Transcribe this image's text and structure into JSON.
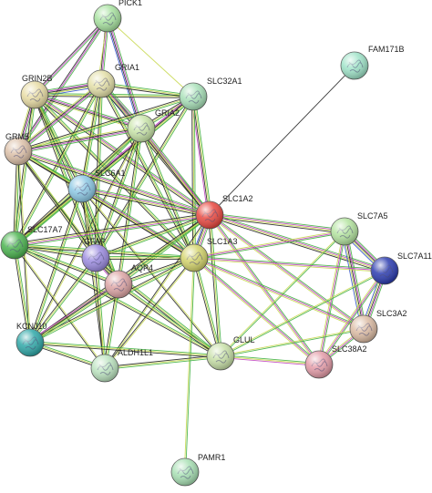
{
  "nodes": [
    {
      "id": "PICK1",
      "label": "PICK1",
      "color": "#a8e2a0"
    },
    {
      "id": "FAM171B",
      "label": "FAM171B",
      "color": "#9fe3c8"
    },
    {
      "id": "GRIN2B",
      "label": "GRIN2B",
      "color": "#e8dca4"
    },
    {
      "id": "GRIA1",
      "label": "GRIA1",
      "color": "#e4e0a8"
    },
    {
      "id": "SLC32A1",
      "label": "SLC32A1",
      "color": "#a8e0b8"
    },
    {
      "id": "GRIA2",
      "label": "GRIA2",
      "color": "#c8e4a8"
    },
    {
      "id": "GRM5",
      "label": "GRM5",
      "color": "#dcc0a8"
    },
    {
      "id": "SLC6A1",
      "label": "SLC6A1",
      "color": "#8cc8e4"
    },
    {
      "id": "SLC1A2",
      "label": "SLC1A2",
      "color": "#e84840"
    },
    {
      "id": "SLC7A5",
      "label": "SLC7A5",
      "color": "#b4e4a0"
    },
    {
      "id": "SLC17A7",
      "label": "SLC17A7",
      "color": "#4cb450"
    },
    {
      "id": "GFAP",
      "label": "GFAP",
      "color": "#9c8ce0"
    },
    {
      "id": "SLC1A3",
      "label": "SLC1A3",
      "color": "#d4d46c"
    },
    {
      "id": "SLC7A11",
      "label": "SLC7A11",
      "color": "#2c3cb0"
    },
    {
      "id": "AQP4",
      "label": "AQP4",
      "color": "#dca4a4"
    },
    {
      "id": "SLC3A2",
      "label": "SLC3A2",
      "color": "#dcbca4"
    },
    {
      "id": "KCNJ10",
      "label": "KCNJ10",
      "color": "#30a8a8"
    },
    {
      "id": "GLUL",
      "label": "GLUL",
      "color": "#c8e0a8"
    },
    {
      "id": "SLC38A2",
      "label": "SLC38A2",
      "color": "#e49ca8"
    },
    {
      "id": "ALDH1L1",
      "label": "ALDH1L1",
      "color": "#bce4c0"
    },
    {
      "id": "PAMR1",
      "label": "PAMR1",
      "color": "#a8e0b4"
    }
  ],
  "edges": [
    {
      "source": "PICK1",
      "target": "GRIN2B",
      "types": [
        "green",
        "pink",
        "black"
      ]
    },
    {
      "source": "PICK1",
      "target": "GRIA1",
      "types": [
        "green",
        "pink",
        "black"
      ]
    },
    {
      "source": "PICK1",
      "target": "GRIA2",
      "types": [
        "green",
        "pink",
        "black",
        "blue"
      ]
    },
    {
      "source": "PICK1",
      "target": "GRM5",
      "types": [
        "green",
        "pink",
        "black"
      ]
    },
    {
      "source": "PICK1",
      "target": "SLC6A1",
      "types": [
        "yellow"
      ]
    },
    {
      "source": "PICK1",
      "target": "SLC32A1",
      "types": [
        "yellow"
      ]
    },
    {
      "source": "FAM171B",
      "target": "SLC1A2",
      "types": [
        "black"
      ]
    },
    {
      "source": "GRIN2B",
      "target": "GRIA1",
      "types": [
        "green",
        "pink",
        "black",
        "yellow",
        "blue"
      ]
    },
    {
      "source": "GRIN2B",
      "target": "GRIA2",
      "types": [
        "green",
        "pink",
        "black",
        "yellow"
      ]
    },
    {
      "source": "GRIN2B",
      "target": "GRM5",
      "types": [
        "green",
        "pink",
        "black",
        "yellow"
      ]
    },
    {
      "source": "GRIN2B",
      "target": "SLC6A1",
      "types": [
        "green",
        "yellow",
        "black"
      ]
    },
    {
      "source": "GRIN2B",
      "target": "SLC1A2",
      "types": [
        "green",
        "pink",
        "yellow",
        "black"
      ]
    },
    {
      "source": "GRIN2B",
      "target": "SLC17A7",
      "types": [
        "green",
        "yellow",
        "black"
      ]
    },
    {
      "source": "GRIN2B",
      "target": "GFAP",
      "types": [
        "green",
        "yellow",
        "black"
      ]
    },
    {
      "source": "GRIN2B",
      "target": "SLC1A3",
      "types": [
        "green",
        "yellow",
        "black"
      ]
    },
    {
      "source": "GRIN2B",
      "target": "SLC32A1",
      "types": [
        "green",
        "yellow",
        "black"
      ]
    },
    {
      "source": "GRIN2B",
      "target": "AQP4",
      "types": [
        "green",
        "yellow",
        "black"
      ]
    },
    {
      "source": "GRIA1",
      "target": "GRIA2",
      "types": [
        "green",
        "pink",
        "black",
        "yellow",
        "blue"
      ]
    },
    {
      "source": "GRIA1",
      "target": "GRM5",
      "types": [
        "green",
        "pink",
        "black",
        "yellow"
      ]
    },
    {
      "source": "GRIA1",
      "target": "SLC6A1",
      "types": [
        "green",
        "yellow",
        "black"
      ]
    },
    {
      "source": "GRIA1",
      "target": "SLC1A2",
      "types": [
        "green",
        "pink",
        "yellow",
        "black"
      ]
    },
    {
      "source": "GRIA1",
      "target": "SLC17A7",
      "types": [
        "green",
        "yellow",
        "black"
      ]
    },
    {
      "source": "GRIA1",
      "target": "SLC32A1",
      "types": [
        "green",
        "yellow",
        "black"
      ]
    },
    {
      "source": "GRIA1",
      "target": "GFAP",
      "types": [
        "green",
        "yellow",
        "black"
      ]
    },
    {
      "source": "GRIA1",
      "target": "SLC1A3",
      "types": [
        "green",
        "yellow",
        "black"
      ]
    },
    {
      "source": "SLC32A1",
      "target": "GRIA2",
      "types": [
        "green",
        "yellow",
        "black"
      ]
    },
    {
      "source": "SLC32A1",
      "target": "SLC6A1",
      "types": [
        "green",
        "yellow",
        "black",
        "pink"
      ]
    },
    {
      "source": "SLC32A1",
      "target": "SLC1A2",
      "types": [
        "green",
        "yellow",
        "black",
        "pink"
      ]
    },
    {
      "source": "SLC32A1",
      "target": "SLC17A7",
      "types": [
        "green",
        "yellow",
        "black",
        "pink"
      ]
    },
    {
      "source": "SLC32A1",
      "target": "GFAP",
      "types": [
        "green",
        "yellow",
        "black"
      ]
    },
    {
      "source": "SLC32A1",
      "target": "SLC1A3",
      "types": [
        "green",
        "yellow",
        "black"
      ]
    },
    {
      "source": "SLC32A1",
      "target": "GRM5",
      "types": [
        "green",
        "yellow",
        "black"
      ]
    },
    {
      "source": "GRIA2",
      "target": "GRM5",
      "types": [
        "green",
        "pink",
        "black",
        "yellow"
      ]
    },
    {
      "source": "GRIA2",
      "target": "SLC6A1",
      "types": [
        "green",
        "yellow",
        "black"
      ]
    },
    {
      "source": "GRIA2",
      "target": "SLC1A2",
      "types": [
        "green",
        "pink",
        "yellow",
        "black"
      ]
    },
    {
      "source": "GRIA2",
      "target": "SLC17A7",
      "types": [
        "green",
        "yellow",
        "black"
      ]
    },
    {
      "source": "GRIA2",
      "target": "GFAP",
      "types": [
        "green",
        "yellow",
        "black"
      ]
    },
    {
      "source": "GRIA2",
      "target": "SLC1A3",
      "types": [
        "green",
        "yellow",
        "black"
      ]
    },
    {
      "source": "GRIA2",
      "target": "AQP4",
      "types": [
        "green",
        "yellow",
        "black"
      ]
    },
    {
      "source": "GRIA2",
      "target": "KCNJ10",
      "types": [
        "yellow",
        "black"
      ]
    },
    {
      "source": "GRM5",
      "target": "SLC6A1",
      "types": [
        "green",
        "yellow",
        "black"
      ]
    },
    {
      "source": "GRM5",
      "target": "SLC1A2",
      "types": [
        "green",
        "pink",
        "yellow",
        "black"
      ]
    },
    {
      "source": "GRM5",
      "target": "SLC17A7",
      "types": [
        "green",
        "yellow",
        "black"
      ]
    },
    {
      "source": "GRM5",
      "target": "GFAP",
      "types": [
        "green",
        "yellow",
        "black"
      ]
    },
    {
      "source": "GRM5",
      "target": "SLC1A3",
      "types": [
        "green",
        "yellow",
        "black"
      ]
    },
    {
      "source": "GRM5",
      "target": "KCNJ10",
      "types": [
        "yellow",
        "black"
      ]
    },
    {
      "source": "GRM5",
      "target": "AQP4",
      "types": [
        "yellow",
        "black"
      ]
    },
    {
      "source": "SLC6A1",
      "target": "SLC1A2",
      "types": [
        "green",
        "pink",
        "yellow",
        "black"
      ]
    },
    {
      "source": "SLC6A1",
      "target": "SLC17A7",
      "types": [
        "green",
        "yellow",
        "black"
      ]
    },
    {
      "source": "SLC6A1",
      "target": "GFAP",
      "types": [
        "green",
        "yellow",
        "black"
      ]
    },
    {
      "source": "SLC6A1",
      "target": "SLC1A3",
      "types": [
        "green",
        "pink",
        "yellow",
        "black"
      ]
    },
    {
      "source": "SLC6A1",
      "target": "AQP4",
      "types": [
        "green",
        "yellow",
        "black"
      ]
    },
    {
      "source": "SLC6A1",
      "target": "KCNJ10",
      "types": [
        "green",
        "yellow",
        "black"
      ]
    },
    {
      "source": "SLC6A1",
      "target": "GLUL",
      "types": [
        "yellow",
        "black"
      ]
    },
    {
      "source": "SLC6A1",
      "target": "ALDH1L1",
      "types": [
        "yellow",
        "black"
      ]
    },
    {
      "source": "SLC1A2",
      "target": "SLC7A5",
      "types": [
        "green",
        "pink",
        "yellow",
        "black"
      ]
    },
    {
      "source": "SLC1A2",
      "target": "SLC17A7",
      "types": [
        "green",
        "pink",
        "yellow",
        "black"
      ]
    },
    {
      "source": "SLC1A2",
      "target": "GFAP",
      "types": [
        "green",
        "yellow",
        "black"
      ]
    },
    {
      "source": "SLC1A2",
      "target": "SLC1A3",
      "types": [
        "green",
        "pink",
        "yellow",
        "black",
        "blue"
      ]
    },
    {
      "source": "SLC1A2",
      "target": "SLC7A11",
      "types": [
        "green",
        "pink",
        "yellow",
        "black"
      ]
    },
    {
      "source": "SLC1A2",
      "target": "AQP4",
      "types": [
        "green",
        "yellow",
        "black"
      ]
    },
    {
      "source": "SLC1A2",
      "target": "SLC3A2",
      "types": [
        "green",
        "pink",
        "yellow"
      ]
    },
    {
      "source": "SLC1A2",
      "target": "KCNJ10",
      "types": [
        "green",
        "yellow",
        "black"
      ]
    },
    {
      "source": "SLC1A2",
      "target": "GLUL",
      "types": [
        "green",
        "yellow",
        "black"
      ]
    },
    {
      "source": "SLC1A2",
      "target": "SLC38A2",
      "types": [
        "green",
        "pink",
        "yellow"
      ]
    },
    {
      "source": "SLC1A2",
      "target": "ALDH1L1",
      "types": [
        "yellow",
        "black"
      ]
    },
    {
      "source": "SLC7A5",
      "target": "SLC7A11",
      "types": [
        "green",
        "pink",
        "black",
        "yellow",
        "blue"
      ]
    },
    {
      "source": "SLC7A5",
      "target": "SLC3A2",
      "types": [
        "green",
        "pink",
        "black",
        "yellow",
        "blue"
      ]
    },
    {
      "source": "SLC7A5",
      "target": "SLC38A2",
      "types": [
        "green",
        "pink",
        "yellow"
      ]
    },
    {
      "source": "SLC7A5",
      "target": "SLC1A3",
      "types": [
        "green",
        "pink",
        "yellow"
      ]
    },
    {
      "source": "SLC7A5",
      "target": "GLUL",
      "types": [
        "green",
        "yellow"
      ]
    },
    {
      "source": "SLC17A7",
      "target": "GFAP",
      "types": [
        "green",
        "yellow",
        "black"
      ]
    },
    {
      "source": "SLC17A7",
      "target": "SLC1A3",
      "types": [
        "green",
        "yellow",
        "black"
      ]
    },
    {
      "source": "SLC17A7",
      "target": "AQP4",
      "types": [
        "green",
        "yellow",
        "black"
      ]
    },
    {
      "source": "SLC17A7",
      "target": "KCNJ10",
      "types": [
        "green",
        "yellow",
        "black"
      ]
    },
    {
      "source": "SLC17A7",
      "target": "GLUL",
      "types": [
        "green",
        "yellow",
        "black"
      ]
    },
    {
      "source": "SLC17A7",
      "target": "ALDH1L1",
      "types": [
        "yellow",
        "black"
      ]
    },
    {
      "source": "GFAP",
      "target": "SLC1A3",
      "types": [
        "green",
        "yellow",
        "black"
      ]
    },
    {
      "source": "GFAP",
      "target": "AQP4",
      "types": [
        "green",
        "yellow",
        "black",
        "pink"
      ]
    },
    {
      "source": "GFAP",
      "target": "KCNJ10",
      "types": [
        "green",
        "yellow",
        "black"
      ]
    },
    {
      "source": "GFAP",
      "target": "GLUL",
      "types": [
        "green",
        "yellow",
        "black"
      ]
    },
    {
      "source": "GFAP",
      "target": "ALDH1L1",
      "types": [
        "green",
        "yellow",
        "black"
      ]
    },
    {
      "source": "SLC1A3",
      "target": "SLC7A11",
      "types": [
        "green",
        "pink",
        "yellow"
      ]
    },
    {
      "source": "SLC1A3",
      "target": "AQP4",
      "types": [
        "green",
        "yellow",
        "black"
      ]
    },
    {
      "source": "SLC1A3",
      "target": "SLC3A2",
      "types": [
        "green",
        "pink",
        "yellow"
      ]
    },
    {
      "source": "SLC1A3",
      "target": "KCNJ10",
      "types": [
        "green",
        "yellow",
        "black"
      ]
    },
    {
      "source": "SLC1A3",
      "target": "GLUL",
      "types": [
        "green",
        "yellow",
        "black"
      ]
    },
    {
      "source": "SLC1A3",
      "target": "SLC38A2",
      "types": [
        "green",
        "pink",
        "yellow"
      ]
    },
    {
      "source": "SLC1A3",
      "target": "ALDH1L1",
      "types": [
        "yellow",
        "black"
      ]
    },
    {
      "source": "SLC1A3",
      "target": "PAMR1",
      "types": [
        "green",
        "yellow"
      ]
    },
    {
      "source": "SLC7A11",
      "target": "SLC3A2",
      "types": [
        "green",
        "pink",
        "black",
        "yellow",
        "blue"
      ]
    },
    {
      "source": "SLC7A11",
      "target": "SLC38A2",
      "types": [
        "green",
        "pink",
        "yellow"
      ]
    },
    {
      "source": "SLC7A11",
      "target": "GLUL",
      "types": [
        "green",
        "yellow"
      ]
    },
    {
      "source": "AQP4",
      "target": "KCNJ10",
      "types": [
        "green",
        "yellow",
        "black",
        "pink"
      ]
    },
    {
      "source": "AQP4",
      "target": "GLUL",
      "types": [
        "green",
        "yellow",
        "black"
      ]
    },
    {
      "source": "AQP4",
      "target": "ALDH1L1",
      "types": [
        "green",
        "yellow",
        "black"
      ]
    },
    {
      "source": "SLC3A2",
      "target": "SLC38A2",
      "types": [
        "green",
        "pink",
        "yellow"
      ]
    },
    {
      "source": "SLC3A2",
      "target": "GLUL",
      "types": [
        "green",
        "yellow"
      ]
    },
    {
      "source": "KCNJ10",
      "target": "GLUL",
      "types": [
        "green",
        "yellow",
        "black"
      ]
    },
    {
      "source": "KCNJ10",
      "target": "ALDH1L1",
      "types": [
        "green",
        "yellow",
        "black"
      ]
    },
    {
      "source": "GLUL",
      "target": "SLC38A2",
      "types": [
        "green",
        "yellow",
        "pink"
      ]
    },
    {
      "source": "GLUL",
      "target": "ALDH1L1",
      "types": [
        "green",
        "yellow",
        "black"
      ]
    }
  ],
  "edge_colors": {
    "green": "#3fb03f",
    "pink": "#c040c0",
    "black": "#222222",
    "yellow": "#c8d850",
    "blue": "#3050d0"
  }
}
